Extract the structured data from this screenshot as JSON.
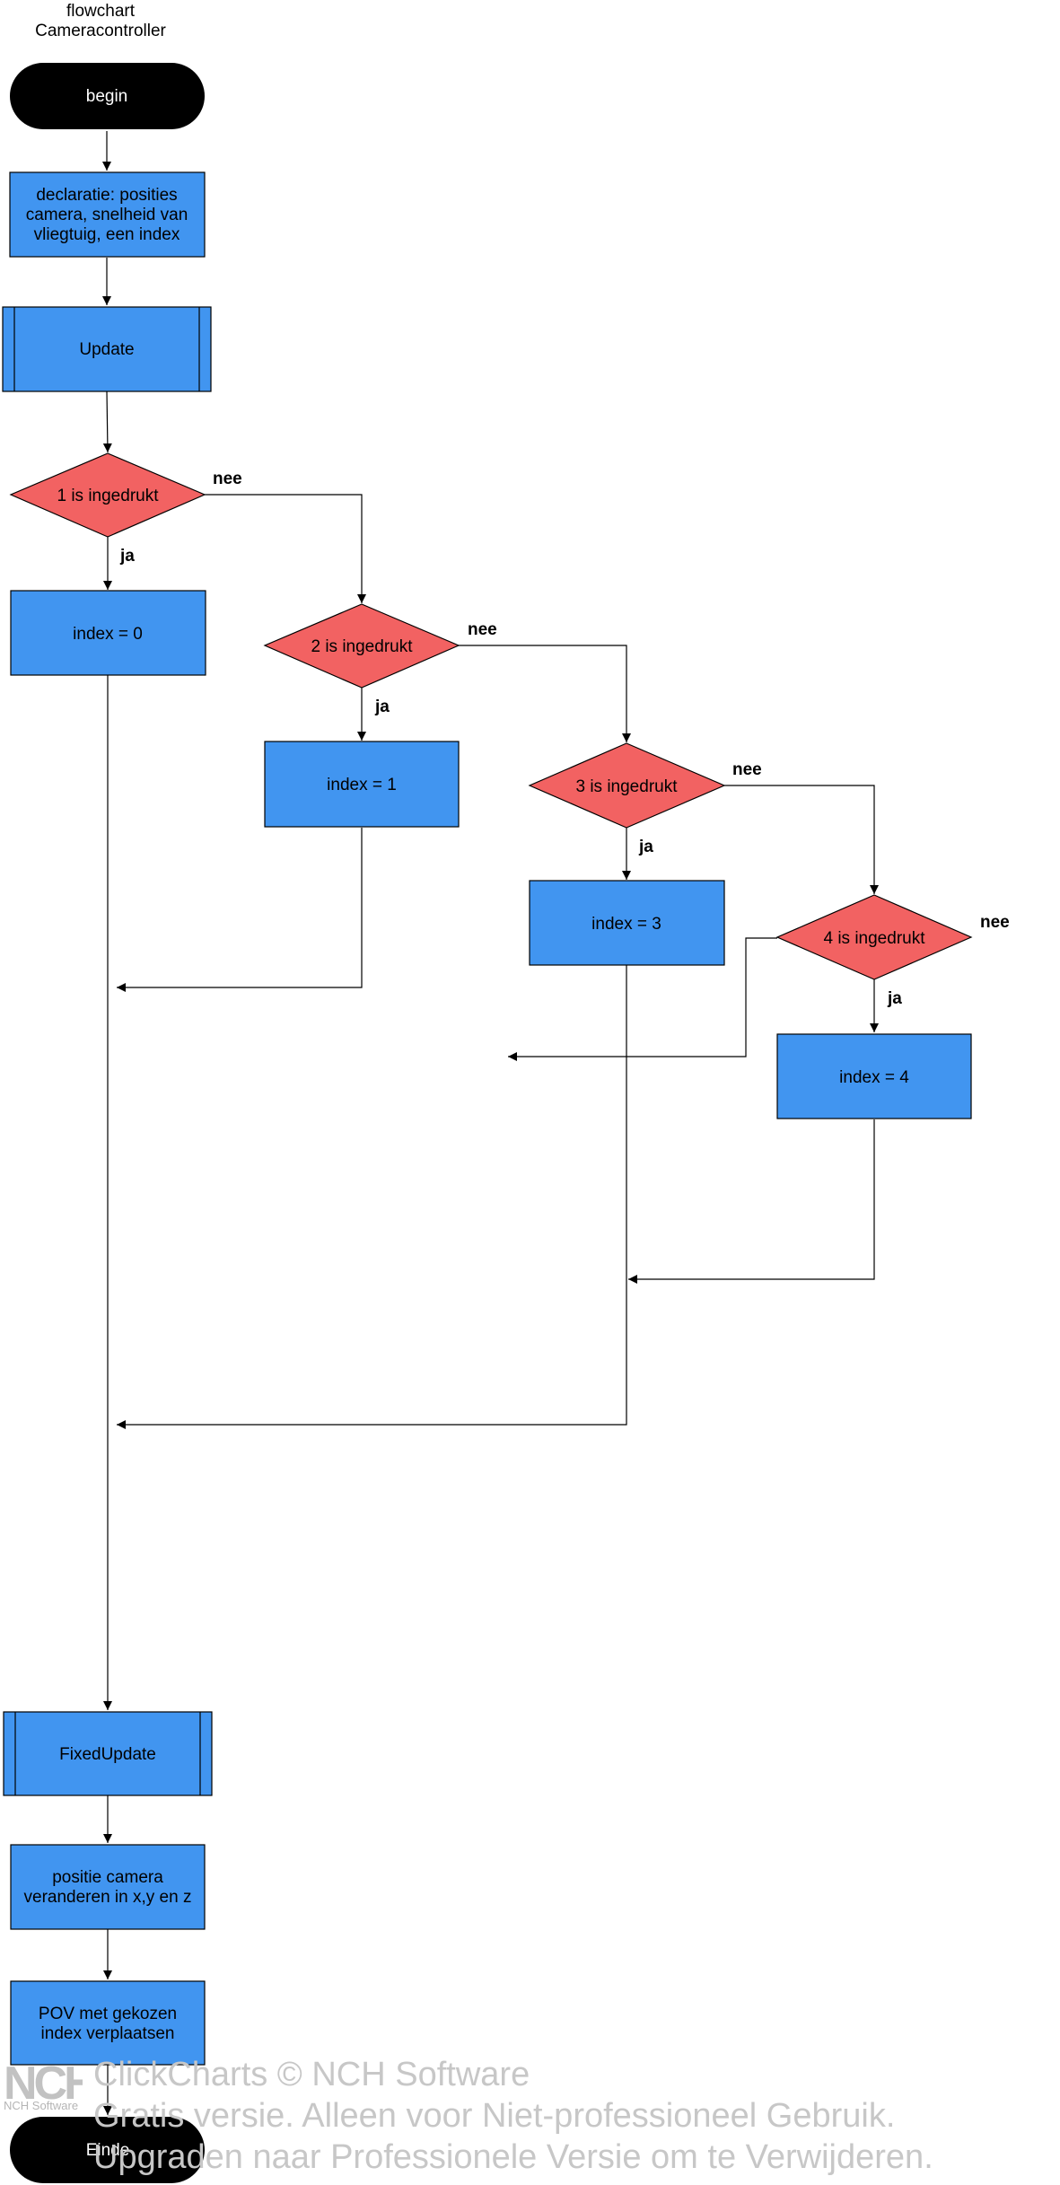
{
  "title_line1": "flowchart",
  "title_line2": "Cameracontroller",
  "nodes": {
    "begin": "begin",
    "decl_1": "declaratie: posities",
    "decl_2": "camera, snelheid van",
    "decl_3": "vliegtuig, een index",
    "update": "Update",
    "q1": "1 is ingedrukt",
    "q2": "2 is ingedrukt",
    "q3": "3 is ingedrukt",
    "q4": "4 is ingedrukt",
    "idx0": "index = 0",
    "idx1": "index = 1",
    "idx3": "index = 3",
    "idx4": "index = 4",
    "fixed": "FixedUpdate",
    "pos_1": "positie camera",
    "pos_2": "veranderen in x,y en z",
    "pov_1": "POV met gekozen",
    "pov_2": "index verplaatsen",
    "end": "Einde"
  },
  "edge_labels": {
    "yes": "ja",
    "no": "nee"
  },
  "watermark": {
    "line1": "ClickCharts © NCH Software",
    "line2": "Gratis versie. Alleen voor Niet-professioneel Gebruik.",
    "line3": "Upgraden naar Professionele Versie om te Verwijderen.",
    "logo_text": "NCH",
    "logo_sub": "NCH Software"
  },
  "colors": {
    "process": "#4195f0",
    "decision": "#f26262",
    "terminal": "#000000",
    "line": "#000000"
  }
}
